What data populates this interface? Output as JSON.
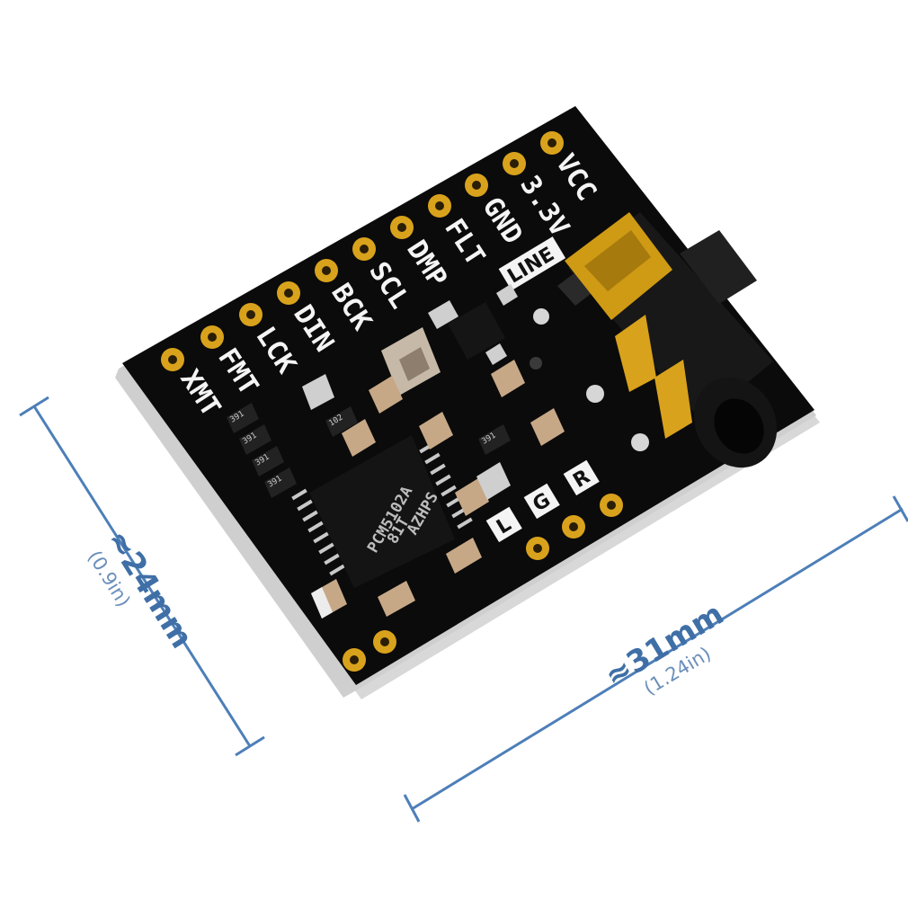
{
  "image": {
    "subject": "audio DAC module board",
    "colors": {
      "pcb": "#0b0b0b",
      "pcb_edge": "#dcdcdc",
      "gold": "#d9a21c",
      "dimension_line": "#4d7fb8",
      "silkscreen": "#f4f4f4"
    }
  },
  "pin_labels": [
    "VCC",
    "3.3V",
    "GND",
    "FLT",
    "DMP",
    "SCL",
    "BCK",
    "DIN",
    "LCK",
    "FMT",
    "XMT"
  ],
  "output_labels": [
    "L",
    "G",
    "R"
  ],
  "line_label": "LINE",
  "chip_marking": [
    "PCM5102A",
    "81T",
    "AZHPS"
  ],
  "resistor_codes": [
    "391",
    "391",
    "391",
    "391",
    "102",
    "391"
  ],
  "dimensions": {
    "height": {
      "value": "≈24mm",
      "sub": "(0.9in)"
    },
    "width": {
      "value": "≈31mm",
      "sub": "(1.24in)"
    }
  }
}
